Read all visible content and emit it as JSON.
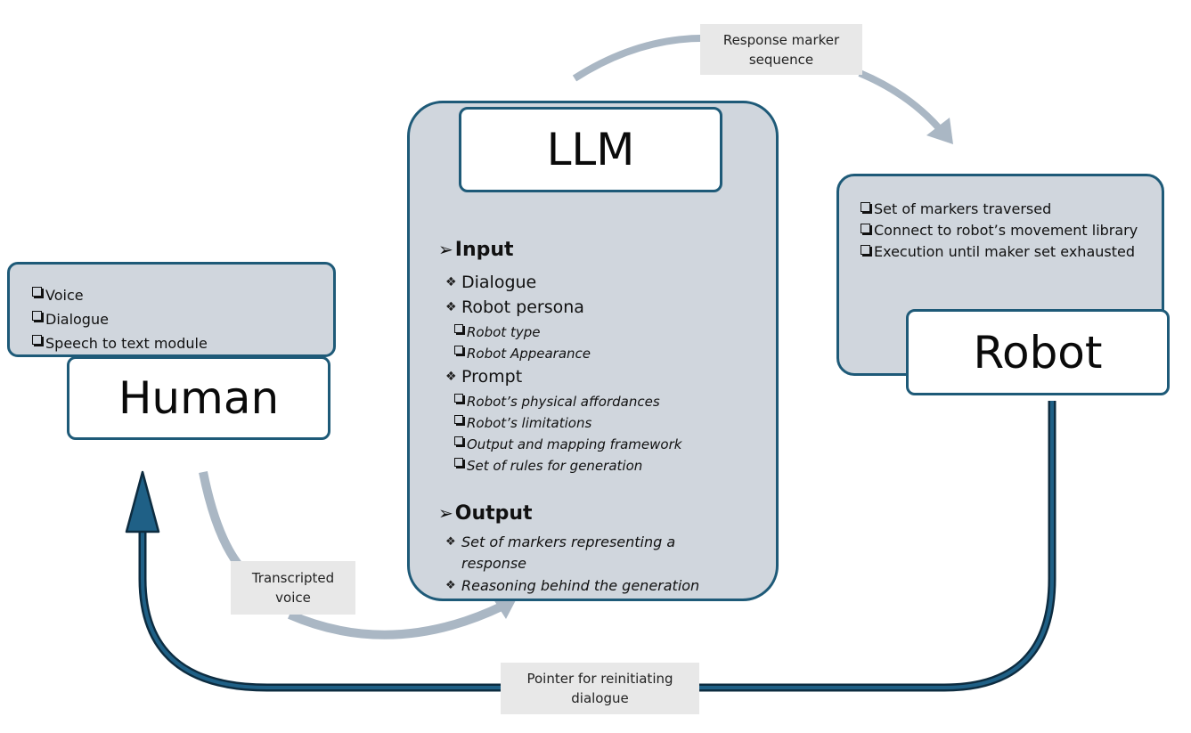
{
  "colors": {
    "panel_fill": "#d0d6dd",
    "panel_border": "#1e5a78",
    "flow_arrow": "#aab7c4",
    "return_arrow_fill": "#1f6086",
    "return_arrow_outline": "#0d2c40",
    "label_fill": "#e8e8e8"
  },
  "human": {
    "title": "Human",
    "items": [
      "Voice",
      "Dialogue",
      "Speech to text module"
    ]
  },
  "llm": {
    "title": "LLM",
    "input": {
      "heading": "Input",
      "items": [
        {
          "label": "Dialogue",
          "subitems": []
        },
        {
          "label": "Robot persona",
          "subitems": [
            "Robot type",
            "Robot Appearance"
          ]
        },
        {
          "label": "Prompt",
          "subitems": [
            "Robot’s physical affordances",
            "Robot’s limitations",
            "Output and mapping framework",
            "Set of rules for generation"
          ]
        }
      ]
    },
    "output": {
      "heading": "Output",
      "items": [
        "Set of markers representing a response",
        "Reasoning behind the generation"
      ]
    }
  },
  "robot": {
    "title": "Robot",
    "items": [
      "Set of markers traversed",
      "Connect to robot’s movement library",
      "Execution until maker set exhausted"
    ]
  },
  "edges": {
    "human_to_llm": "Transcripted voice",
    "llm_to_robot": "Response marker sequence",
    "robot_to_human": "Pointer for reinitiating dialogue"
  }
}
